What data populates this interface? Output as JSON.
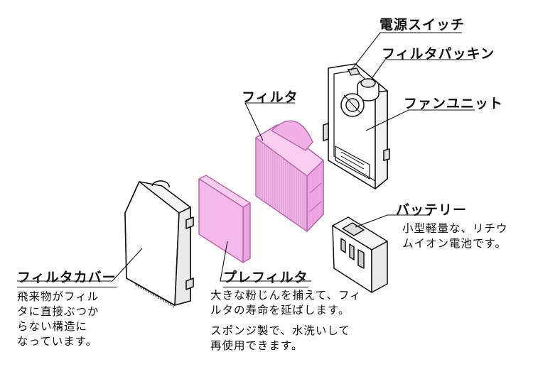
{
  "colors": {
    "line": "#111111",
    "filter_fill": "#f5b8ec",
    "filter_stroke": "#b46aa8",
    "body_fill": "#ffffff"
  },
  "labels": {
    "power_switch": "電源スイッチ",
    "filter_packing": "フィルタパッキン",
    "fan_unit": "ファンユニット",
    "filter": "フィルタ",
    "battery": "バッテリー",
    "battery_desc": [
      "小型軽量な、リチウ",
      "ムイオン電池です。"
    ],
    "filter_cover": "フィルタカバー",
    "filter_cover_desc": [
      "飛来物がフィル",
      "タに直接ぶつか",
      "らない構造に",
      "なっています。"
    ],
    "prefilter": "プレフィルタ",
    "prefilter_desc": [
      "大きな粉じんを捕えて、フィ",
      "ルタの寿命を延ばします。",
      "スポンジ製で、水洗いして",
      "再使用できます。"
    ]
  }
}
